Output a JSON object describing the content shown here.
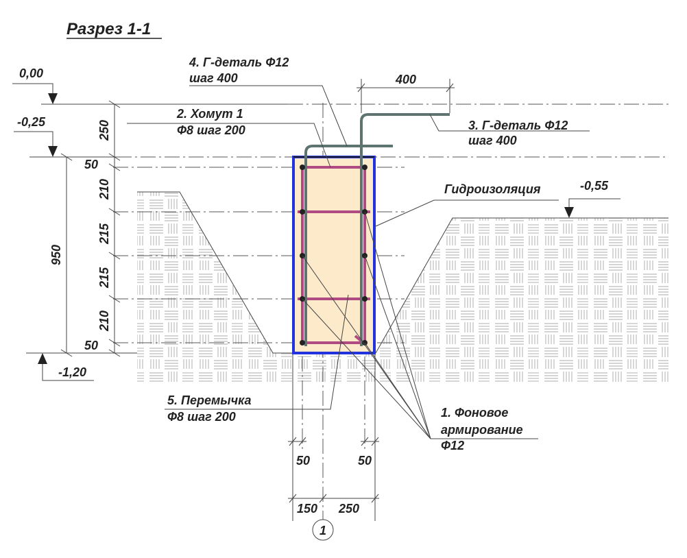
{
  "title": "Разрез 1-1",
  "levels": {
    "top": "0,00",
    "slab": "-0,25",
    "ground": "-0,55",
    "bottom": "-1,20"
  },
  "vertical_dims": [
    "250",
    "50",
    "210",
    "215",
    "215",
    "210",
    "50"
  ],
  "overall_height": "950",
  "top_dim": "400",
  "bottom_dims": {
    "cover_left": "50",
    "cover_right": "50",
    "left": "150",
    "right": "250"
  },
  "axis_label": "1",
  "callouts": {
    "g_detail_4": {
      "line1": "4. Г-деталь Ф12",
      "line2": "шаг 400"
    },
    "stirrup_2": {
      "line1": "2. Хомут 1",
      "line2": "Ф8 шаг 200"
    },
    "g_detail_3": {
      "line1": "3. Г-деталь Ф12",
      "line2": "шаг 400"
    },
    "waterproofing": {
      "line1": "Гидроизоляция"
    },
    "tie_5": {
      "line1": "5. Перемычка",
      "line2": "Ф8 шаг 200"
    },
    "background_rebar_1": {
      "line1": "1. Фоновое",
      "line2": "армирование",
      "line3": "Ф12"
    }
  },
  "colors": {
    "concrete": "#fdeacb",
    "waterproofing": "#2233dd",
    "stirrup": "#b04a82",
    "rebar": "#5e7470",
    "soil": "#c8c8c8"
  }
}
